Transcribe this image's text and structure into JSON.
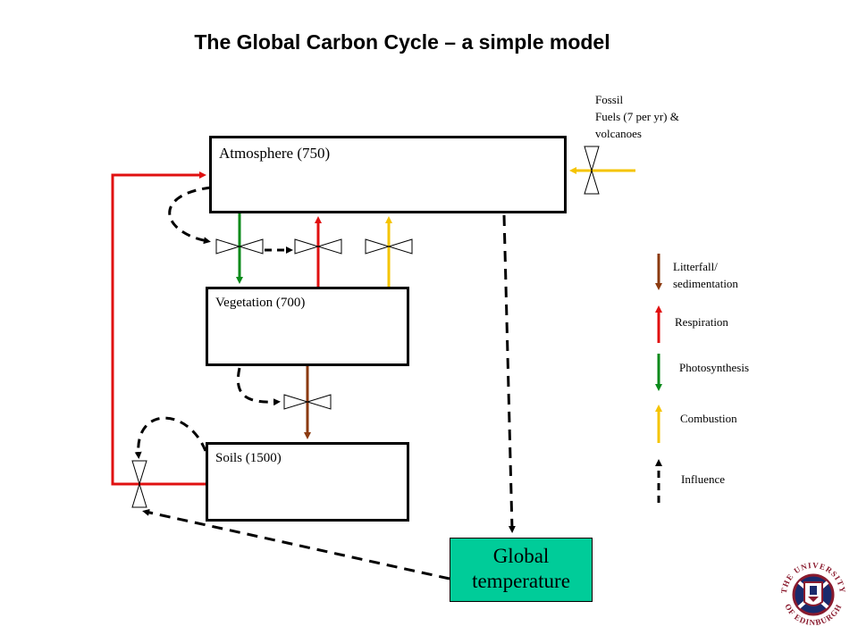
{
  "title": "The Global Carbon Cycle – a simple model",
  "boxes": {
    "atmosphere": "Atmosphere (750)",
    "vegetation": "Vegetation (700)",
    "soils": "Soils (1500)"
  },
  "fossil_note": {
    "line1": "Fossil",
    "line2": "Fuels (7 per yr) &",
    "line3": "volcanoes"
  },
  "global_temperature": {
    "line1": "Global",
    "line2": "temperature"
  },
  "legend": [
    {
      "line1": "Litterfall/",
      "line2": "sedimentation",
      "color": "#8b3a0f",
      "style": "solid",
      "direction": "down"
    },
    {
      "line1": "Respiration",
      "line2": "",
      "color": "#e01010",
      "style": "solid",
      "direction": "up"
    },
    {
      "line1": "Photosynthesis",
      "line2": "",
      "color": "#0a8a1a",
      "style": "solid",
      "direction": "down"
    },
    {
      "line1": "Combustion",
      "line2": "",
      "color": "#f5c400",
      "style": "solid",
      "direction": "up"
    },
    {
      "line1": "Influence",
      "line2": "",
      "color": "#000000",
      "style": "dashed",
      "direction": "up"
    }
  ],
  "colors": {
    "litterfall": "#8b3a0f",
    "respiration": "#e01010",
    "photosynthesis": "#0a8a1a",
    "combustion": "#f5c400",
    "influence": "#000000",
    "temperature_box": "#00cc99"
  },
  "logo": {
    "text_top": "THE UNIVERSITY",
    "text_bottom": "OF EDINBURGH"
  }
}
